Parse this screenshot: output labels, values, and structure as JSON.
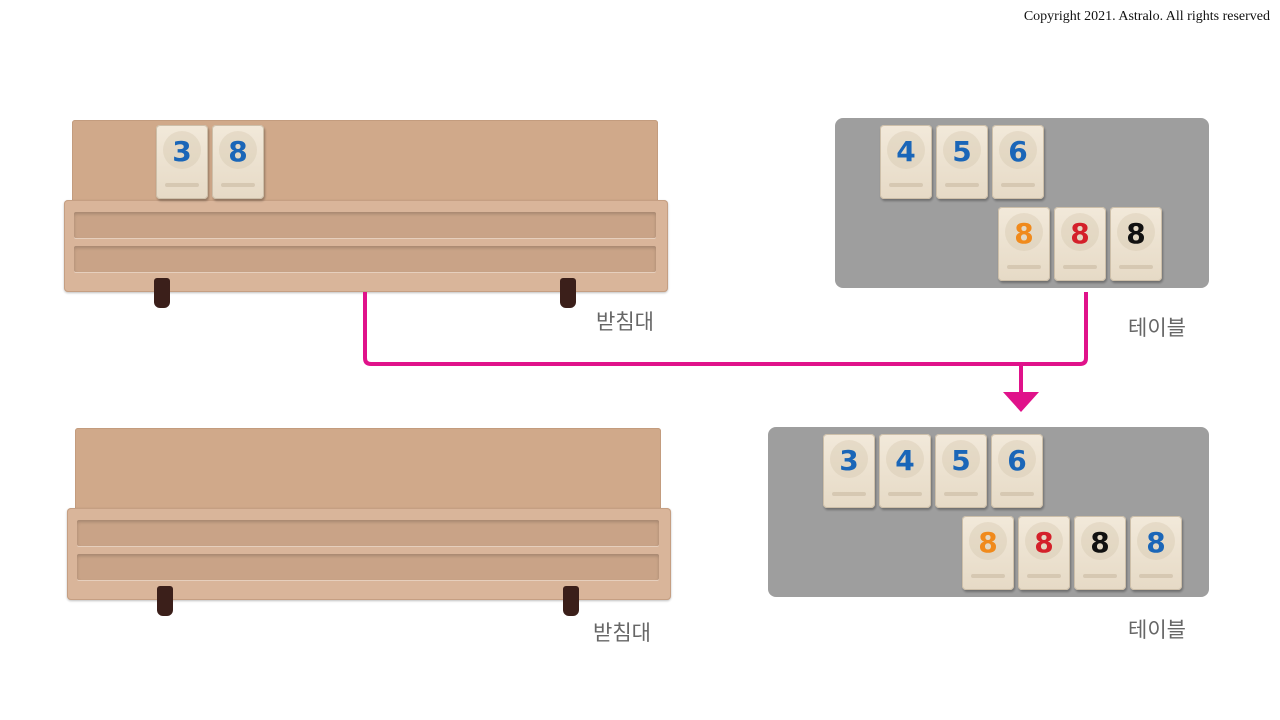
{
  "copyright": "Copyright 2021. Astralo. All rights reserved",
  "colors": {
    "blue": "#1a66b8",
    "orange": "#f08a1c",
    "red": "#d4202a",
    "black": "#111111",
    "connector": "#e0128a"
  },
  "before": {
    "rack_label": "받침대",
    "table_label": "테이블",
    "rack_tiles": [
      {
        "number": "3",
        "color": "blue"
      },
      {
        "number": "8",
        "color": "blue"
      }
    ],
    "table_row1": [
      {
        "number": "4",
        "color": "blue"
      },
      {
        "number": "5",
        "color": "blue"
      },
      {
        "number": "6",
        "color": "blue"
      }
    ],
    "table_row2": [
      {
        "number": "8",
        "color": "orange"
      },
      {
        "number": "8",
        "color": "red"
      },
      {
        "number": "8",
        "color": "black"
      }
    ]
  },
  "after": {
    "rack_label": "받침대",
    "table_label": "테이블",
    "rack_tiles": [],
    "table_row1": [
      {
        "number": "3",
        "color": "blue"
      },
      {
        "number": "4",
        "color": "blue"
      },
      {
        "number": "5",
        "color": "blue"
      },
      {
        "number": "6",
        "color": "blue"
      }
    ],
    "table_row2": [
      {
        "number": "8",
        "color": "orange"
      },
      {
        "number": "8",
        "color": "red"
      },
      {
        "number": "8",
        "color": "black"
      },
      {
        "number": "8",
        "color": "blue"
      }
    ]
  }
}
